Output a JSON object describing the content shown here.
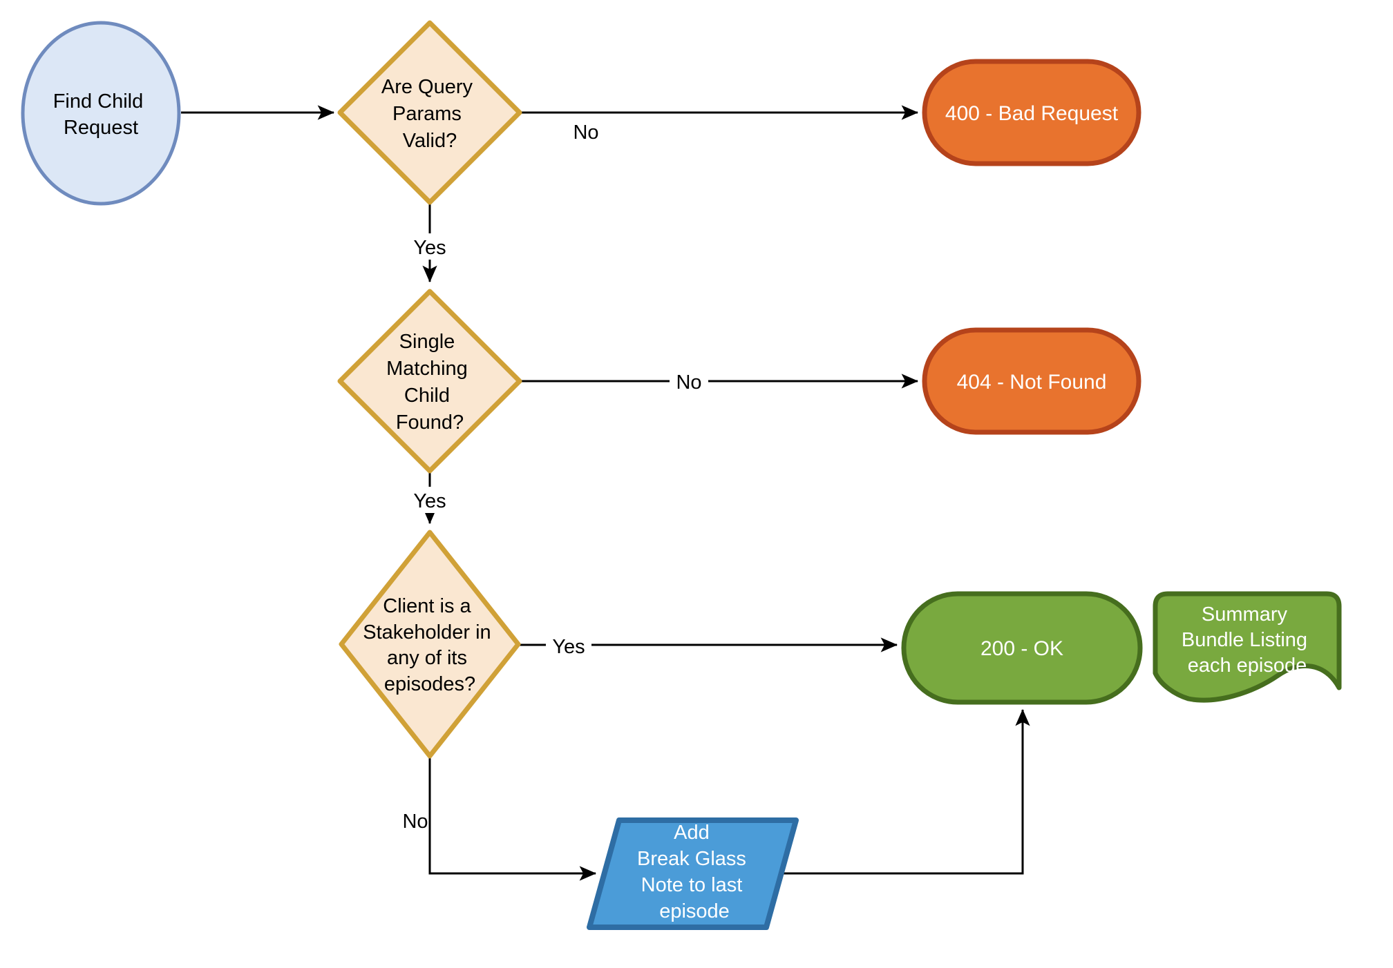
{
  "diagram": {
    "nodes": {
      "start": {
        "shape": "ellipse",
        "lines": [
          "Find Child",
          "Request"
        ]
      },
      "decision_query_params": {
        "shape": "diamond",
        "lines": [
          "Are Query",
          "Params",
          "Valid?"
        ]
      },
      "response_400": {
        "shape": "rounded-pill",
        "label": "400 - Bad Request"
      },
      "decision_single_child": {
        "shape": "diamond",
        "lines": [
          "Single",
          "Matching",
          "Child",
          "Found?"
        ]
      },
      "response_404": {
        "shape": "rounded-pill",
        "label": "404 - Not Found"
      },
      "decision_stakeholder": {
        "shape": "diamond",
        "lines": [
          "Client is a",
          "Stakeholder in",
          "any of its",
          "episodes?"
        ]
      },
      "response_200": {
        "shape": "rounded-pill",
        "label": "200 - OK"
      },
      "summary_document": {
        "shape": "document",
        "lines": [
          "Summary",
          "Bundle Listing",
          "each episode"
        ]
      },
      "break_glass_process": {
        "shape": "parallelogram",
        "lines": [
          "Add",
          "Break Glass",
          "Note to last",
          "episode"
        ]
      }
    },
    "edge_labels": {
      "params_no": "No",
      "params_yes": "Yes",
      "child_no": "No",
      "child_yes": "Yes",
      "stakeholder_yes": "Yes",
      "stakeholder_no": "No"
    },
    "palette": {
      "background": "#FFFFFF",
      "start_fill": "#DCE7F6",
      "start_stroke": "#6F8BBE",
      "decision_fill": "#FAE7D1",
      "decision_stroke": "#D0A137",
      "error_fill": "#E8732E",
      "error_stroke": "#B5431B",
      "success_fill": "#79A93F",
      "success_stroke": "#466E1E",
      "process_fill": "#4B9CD8",
      "process_stroke": "#2E6DA4",
      "line": "#000000",
      "text_dark": "#000000",
      "text_light": "#FFFFFF",
      "label_bg": "#FFFFFF"
    }
  }
}
